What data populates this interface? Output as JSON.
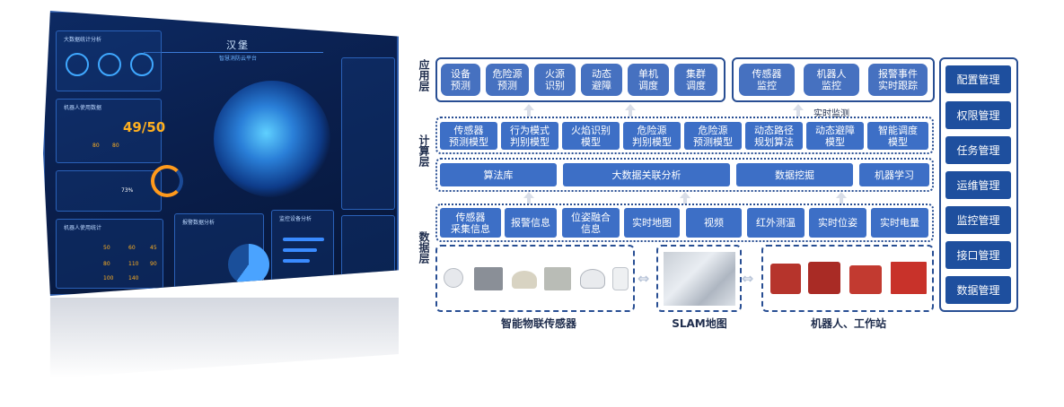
{
  "dashboard": {
    "title": "汉堡",
    "subtitle": "智慧消防云平台",
    "panels": [
      "大数据统计分析",
      "机器人使用数据",
      "机器人使用统计",
      "报警数据分析",
      "监控设备分析"
    ],
    "big_number": "49/50",
    "stat_values": [
      "80",
      "80",
      "50",
      "60",
      "45",
      "80",
      "110",
      "90",
      "100",
      "140"
    ],
    "gauge_value": "73%"
  },
  "layers": {
    "application": "应用层",
    "compute": "计算层",
    "data": "数据层"
  },
  "application_apps": [
    "设备\n预测",
    "危险源\n预测",
    "火源\n识别",
    "动态\n避障",
    "单机\n调度",
    "集群\n调度"
  ],
  "monitoring_apps": [
    "传感器\n监控",
    "机器人\n监控",
    "报警事件\n实时跟踪"
  ],
  "realtime_label": "实时监测",
  "models": [
    "传感器\n预测模型",
    "行为模式\n判别模型",
    "火焰识别\n模型",
    "危险源\n判别模型",
    "危险源\n预测模型",
    "动态路径\n规划算法",
    "动态避障\n模型",
    "智能调度\n模型"
  ],
  "algorithms": [
    "算法库",
    "大数据关联分析",
    "数据挖掘",
    "机器学习"
  ],
  "data_items": [
    "传感器\n采集信息",
    "报警信息",
    "位姿融合\n信息",
    "实时地图",
    "视频",
    "红外测温",
    "实时位姿",
    "实时电量"
  ],
  "sources": {
    "sensors": "智能物联传感器",
    "slam": "SLAM地图",
    "robots": "机器人、工作站"
  },
  "management": [
    "配置管理",
    "权限管理",
    "任务管理",
    "运维管理",
    "监控管理",
    "接口管理",
    "数据管理"
  ],
  "colors": {
    "box_blue": "#3d6fc6",
    "border_navy": "#284e93",
    "side_button": "#1e4f9e",
    "screen_bg": "#0a1f4d",
    "accent_orange": "#ffb020"
  }
}
